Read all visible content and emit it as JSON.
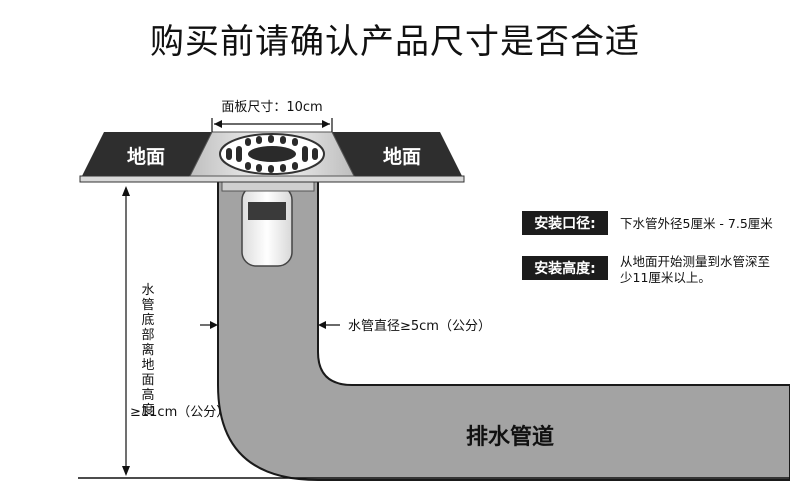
{
  "title": "购买前请确认产品尺寸是否合适",
  "panel_size_label": "面板尺寸：10cm",
  "floor_left": "地面",
  "floor_right": "地面",
  "pipe_diameter_label": "水管直径≥5cm（公分）",
  "pipe_name": "排水管道",
  "depth_label_chars": [
    "水",
    "管",
    "底",
    "部",
    "离",
    "地",
    "面",
    "高",
    "度"
  ],
  "depth_label_value": "≥11cm（公分）",
  "install_items": [
    {
      "tag": "安装口径:",
      "text": "下水管外径5厘米 - 7.5厘米"
    },
    {
      "tag": "安装高度:",
      "text_lines": [
        "从地面开始测量到水管深至",
        "少11厘米以上。"
      ]
    }
  ],
  "colors": {
    "pipe_gray": "#a3a3a3",
    "floor_dark": "#2e2e2e",
    "tag_bg": "#1c1c1c"
  }
}
